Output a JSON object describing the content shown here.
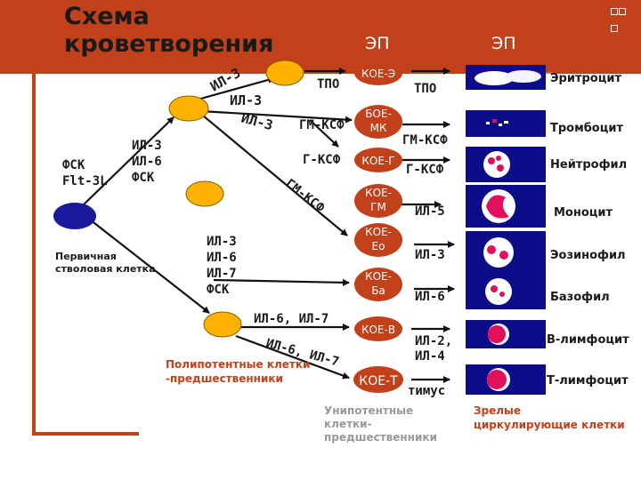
{
  "title": "Схема\nкроветворения",
  "header_labels": {
    "ep_left": "ЭП",
    "ep_right": "ЭП"
  },
  "left": {
    "fsk": "ФСК\nFlt-3L",
    "il_block": "ИЛ-3\nИЛ-6\nФСК",
    "primary_cell": "Первичная\nстволовая клетка",
    "il_block2": "ИЛ-3\nИЛ-6\nИЛ-7\nФСК"
  },
  "factors": {
    "il3_curved": "ИЛ-3",
    "il3_a": "ИЛ-3",
    "il3_b": "ИЛ-3",
    "tpo_1": "ТПО",
    "tpo_2": "ТПО",
    "gm_csf_1": "ГМ-КСФ",
    "gm_csf_2": "ГМ-КСФ",
    "g_csf": "Г-КСФ",
    "g_csf_2": "Г-КСФ",
    "gm_csf_diag": "ГМ-КСФ",
    "il5": "ИЛ-5",
    "il3_eo": "ИЛ-3",
    "il6_ba": "ИЛ-6",
    "il6_il7_a": "ИЛ-6, ИЛ-7",
    "il6_il7_b": "ИЛ-6, ИЛ-7",
    "il2_il4": "ИЛ-2,\nИЛ-4",
    "thymus": "тимус"
  },
  "progenitors": [
    {
      "label": "КОЕ-Э"
    },
    {
      "label": "БОЕ-\nМК"
    },
    {
      "label": "КОЕ-Г"
    },
    {
      "label": "КОЕ-\nГМ"
    },
    {
      "label": "КОЕ-\nЕо"
    },
    {
      "label": "КОЕ-\nБа"
    },
    {
      "label": "КОЕ-В"
    },
    {
      "label": "КОЕ-Т"
    }
  ],
  "mature_cells": [
    {
      "name": "Эритроцит"
    },
    {
      "name": "Тромбоцит"
    },
    {
      "name": "Нейтрофил"
    },
    {
      "name": "Моноцит"
    },
    {
      "name": "Эозинофил"
    },
    {
      "name": "Базофил"
    },
    {
      "name": "В-лимфоцит"
    },
    {
      "name": "Т-лимфоцит"
    }
  ],
  "captions": {
    "polypotent": "Полипотентные клетки\n-предшественники",
    "unipotent": "Унипотентные\nклетки-\nпредшественники",
    "mature": "Зрелые\nциркулирующие клетки"
  },
  "colors": {
    "brand": "#c2401a",
    "stem_cell": "#1a1a9e",
    "progenitor_cell": "#ffb300",
    "kfu_cell": "#c2401a",
    "cell_box": "#0d0d8a",
    "cell_nucleus": "#e0105a"
  }
}
